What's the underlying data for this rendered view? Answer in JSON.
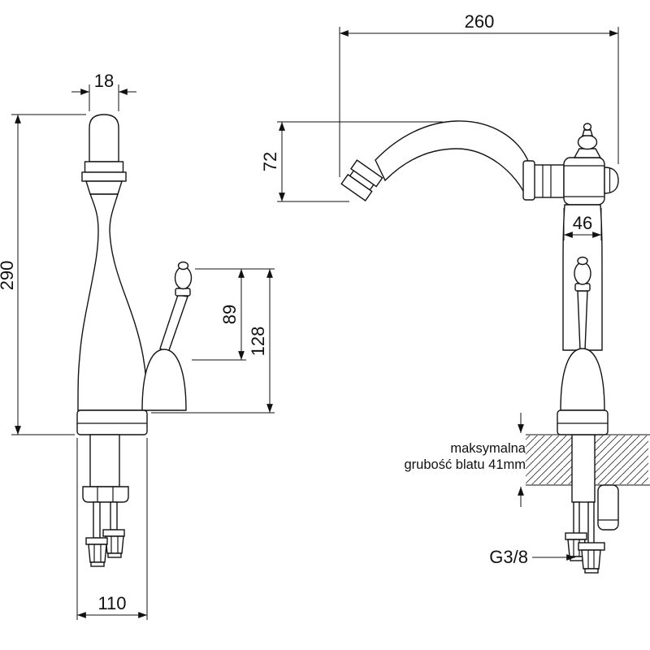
{
  "drawing": {
    "front_view": {
      "spout_width_mm": "18",
      "total_height_mm": "290",
      "handle_height_mm": "89",
      "handle_to_base_mm": "128",
      "base_width_mm": "110"
    },
    "side_view": {
      "spout_reach_mm": "260",
      "spout_drop_mm": "72",
      "body_width_mm": "46",
      "counter_note_line1": "maksymalna",
      "counter_note_line2": "grubość blatu 41mm",
      "thread_size": "G3/8"
    }
  }
}
